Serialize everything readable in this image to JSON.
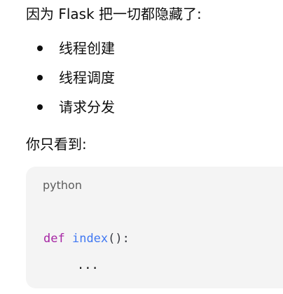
{
  "intro_text": "因为 Flask 把一切都隐藏了:",
  "bullets": [
    {
      "label": "线程创建"
    },
    {
      "label": "线程调度"
    },
    {
      "label": "请求分发"
    }
  ],
  "outro_text": "你只看到:",
  "code_block": {
    "language": "python",
    "line1": {
      "keyword": "def",
      "function": "index",
      "punct": "():"
    },
    "line2": {
      "text": "..."
    }
  }
}
